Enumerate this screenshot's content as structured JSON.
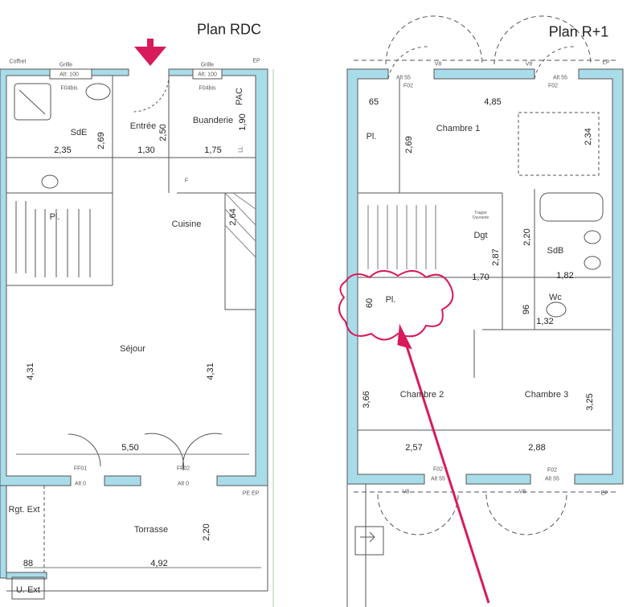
{
  "rdc": {
    "title": "Plan RDC",
    "coffret": "Coffret",
    "grille_1": "Grille",
    "alt_1": "Alt: 100",
    "win_1": "F04bis",
    "grille_2": "Grille",
    "alt_2": "Alt: 100",
    "win_2": "F04bis",
    "ep": "EP",
    "pac": "PAC",
    "rooms": {
      "sde": "SdE",
      "entree": "Entrée",
      "buanderie": "Buanderie",
      "placard": "Pl.",
      "cuisine": "Cuisine",
      "sejour": "Séjour",
      "rgt_ext": "Rgt. Ext",
      "terrasse": "Torrasse",
      "u_ext": "U. Ext"
    },
    "ll": "LL",
    "f": "F",
    "dims": {
      "sde_h": "2,69",
      "entree_h": "2,50",
      "buand_h": "1,90",
      "sde_w": "2,35",
      "entree_w": "1,30",
      "buand_w": "1,75",
      "cuisine_h": "2,64",
      "sejour_h_left": "4,31",
      "sejour_h_right": "4,31",
      "sejour_w": "5,50",
      "terrasse_h": "2,20",
      "rgt_w": "88",
      "terrasse_w": "4,92"
    },
    "door_1": "FF01",
    "door_1_alt": "Alt 0",
    "door_2": "FF02",
    "door_2_alt": "Alt 0",
    "pe_ep": "PE EP"
  },
  "r1": {
    "title": "Plan R+1",
    "v8_top_1": "V8",
    "v8_top_2": "V8",
    "alt_top_1": "Alt 55",
    "win_top_1": "F02",
    "alt_top_2": "Alt 55",
    "win_top_2": "F02",
    "ep_top": "EP",
    "rooms": {
      "chambre1": "Chambre 1",
      "placard1": "Pl.",
      "dgt": "Dgt",
      "trappe": "Trappe Ouvrante",
      "sdb": "SdB",
      "placard2": "Pl.",
      "wc": "Wc",
      "chambre2": "Chambre 2",
      "chambre3": "Chambre 3"
    },
    "dims": {
      "pl_w": "65",
      "ch1_w": "4,85",
      "ch1_h": "2,69",
      "ch1_h2": "2,34",
      "sdb_h": "2,20",
      "dgt_h": "2,87",
      "dgt_w": "1,70",
      "sdb_w": "1,82",
      "pl2_h": "60",
      "wc_h": "96",
      "wc_w": "1,32",
      "ch2_h": "3,66",
      "ch3_h": "3,25",
      "ch2_w": "2,57",
      "ch3_w": "2,88"
    },
    "win_bot_1": "F02",
    "alt_bot_1": "Alt 55",
    "win_bot_2": "F02",
    "alt_bot_2": "Alt 55",
    "v8_bot_1": "V8",
    "v8_bot_2": "V8",
    "ep_bot": "EP"
  },
  "colors": {
    "wall": "#a9dce9",
    "annotation": "#d81b5a",
    "line": "#444444"
  }
}
